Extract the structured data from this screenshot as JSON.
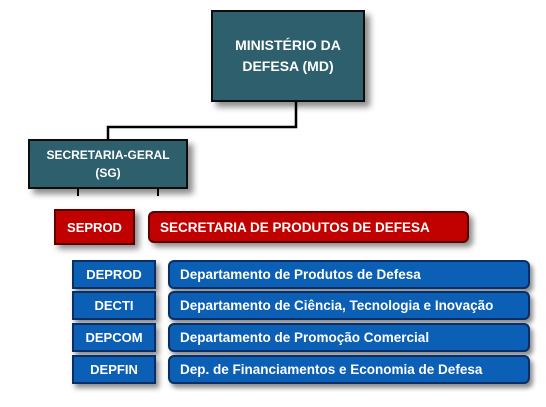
{
  "md": {
    "line1": "MINISTÉRIO DA",
    "line2": "DEFESA (MD)"
  },
  "sg": {
    "line1": "SECRETARIA-GERAL",
    "line2": "(SG)"
  },
  "seprod": {
    "code": "SEPROD",
    "name": "SECRETARIA DE PRODUTOS DE DEFESA"
  },
  "departments": [
    {
      "code": "DEPROD",
      "name": "Departamento de Produtos de Defesa"
    },
    {
      "code": "DECTI",
      "name": "Departamento de Ciência, Tecnologia e Inovação"
    },
    {
      "code": "DEPCOM",
      "name": "Departamento de Promoção Comercial"
    },
    {
      "code": "DEPFIN",
      "name": "Dep. de Financiamentos e Economia de Defesa"
    }
  ],
  "colors": {
    "ministry_box": "#2d5f6c",
    "secretariat_red": "#c10000",
    "department_blue": "#0b5fb5",
    "text": "#ffffff"
  }
}
